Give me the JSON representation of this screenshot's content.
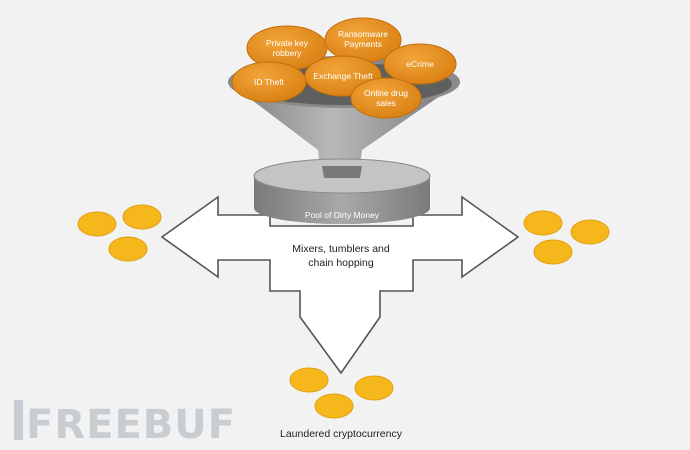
{
  "coins_in_funnel": [
    {
      "lines": [
        "Private key",
        "robbery"
      ]
    },
    {
      "lines": [
        "Ransomware",
        "Payments"
      ]
    },
    {
      "lines": [
        "eCrime"
      ]
    },
    {
      "lines": [
        "ID Theft"
      ]
    },
    {
      "lines": [
        "Exchange Theft"
      ]
    },
    {
      "lines": [
        "Online drug",
        "sales"
      ]
    }
  ],
  "pool_label": "Pool of Dirty Money",
  "mixer_label": [
    "Mixers, tumblers and",
    "chain hopping"
  ],
  "laundered_label": "Laundered cryptocurrency",
  "watermark": "FREEBUF",
  "colors": {
    "background": "#f2f2f2",
    "coin": "#e8921e",
    "coin_edge": "#b8690f",
    "gold": "#f6b71c",
    "gold_edge": "#d89406",
    "funnel": "#9c9c9c",
    "funnel_dark": "#6e6e6e",
    "arrow_fill": "#ffffff",
    "arrow_stroke": "#5a5a5a",
    "watermark": "#c8cdd2"
  }
}
